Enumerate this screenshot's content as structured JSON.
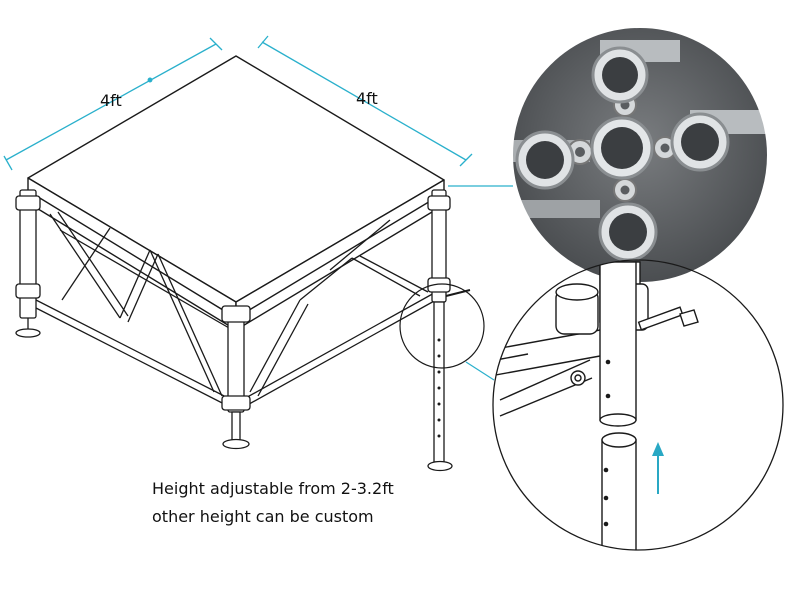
{
  "dimensions": {
    "width_label": "4ft",
    "depth_label": "4ft"
  },
  "captions": {
    "line1": "Height adjustable from 2-3.2ft",
    "line2": "other height can be custom"
  },
  "colors": {
    "line": "#1a1a1a",
    "dimension": "#2ab0cc",
    "arrow": "#29a8c4",
    "metal": "#cfd3d6",
    "photo_bg": "#5e6164"
  }
}
